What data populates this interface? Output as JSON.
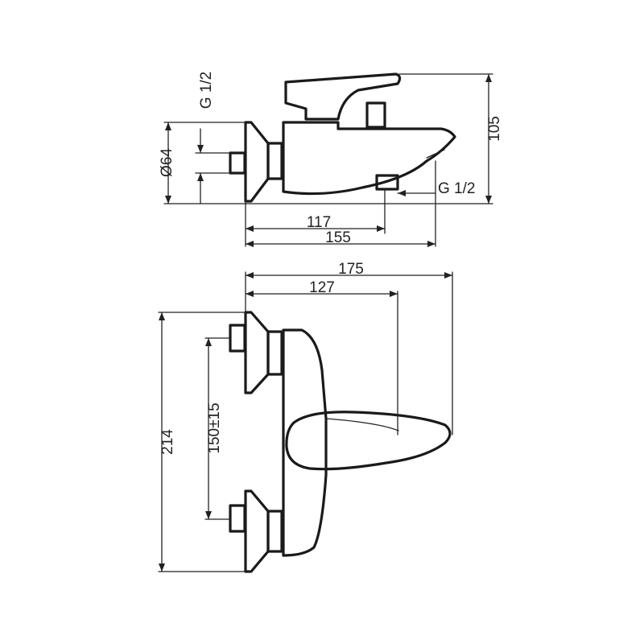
{
  "dimensions": {
    "side_view": {
      "thread_top": "G 1/2",
      "diameter": "Ø64",
      "height": "105",
      "thread_spout": "G 1/2",
      "depth_to_spout_inlet": "117",
      "depth_to_spout_tip": "155"
    },
    "front_view": {
      "depth_to_lever": "175",
      "depth_to_body": "127",
      "overall_height": "214",
      "center_distance": "150±15"
    }
  }
}
